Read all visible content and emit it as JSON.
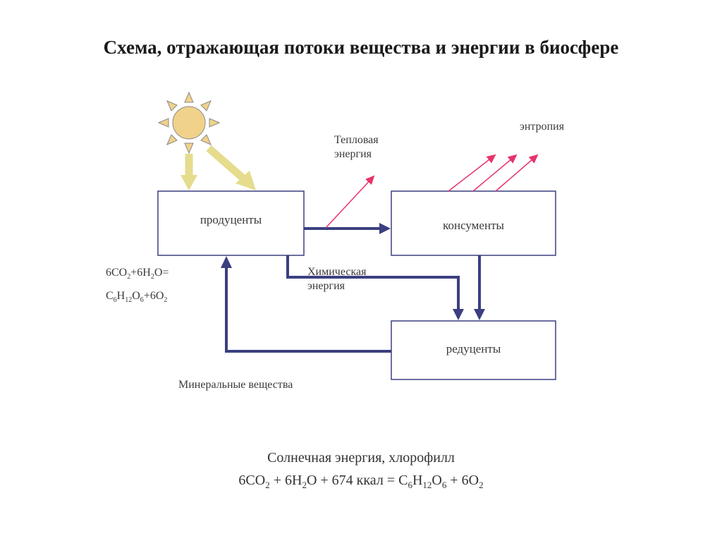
{
  "title": "Схема, отражающая потоки вещества и энергии в биосфере",
  "boxes": {
    "producers": "продуценты",
    "consumers": "консументы",
    "reducers": "редуценты"
  },
  "labels": {
    "heat_line1": "Тепловая",
    "heat_line2": "энергия",
    "entropy": "энтропия",
    "chem_line1": "Химическая",
    "chem_line2": "энергия",
    "minerals": "Минеральные вещества"
  },
  "side_equation": {
    "l1_a": "6CO",
    "l1_s1": "2",
    "l1_b": "+6H",
    "l1_s2": "2",
    "l1_c": "O=",
    "l2_a": "C",
    "l2_s1": "6",
    "l2_b": "H",
    "l2_s2": "12",
    "l2_c": "O",
    "l2_s3": "6",
    "l2_d": "+6O",
    "l2_s4": "2"
  },
  "bottom": {
    "line1": "Солнечная энергия, хлорофилл",
    "a": "6CO",
    "s1": "2",
    "b": " + 6H",
    "s2": "2",
    "c": "O + 674 ккал = C",
    "s3": "6",
    "d": "H",
    "s4": "12",
    "e": "O",
    "s5": "6",
    "f": " + 6O",
    "s6": "2"
  },
  "colors": {
    "flow": "#3b3f80",
    "heat": "#e8336a",
    "sun": "#f0d28a",
    "sun_stroke": "#8a8a8a",
    "sun_arrow": "#e6dc8e",
    "box_stroke": "#3b3f80"
  }
}
